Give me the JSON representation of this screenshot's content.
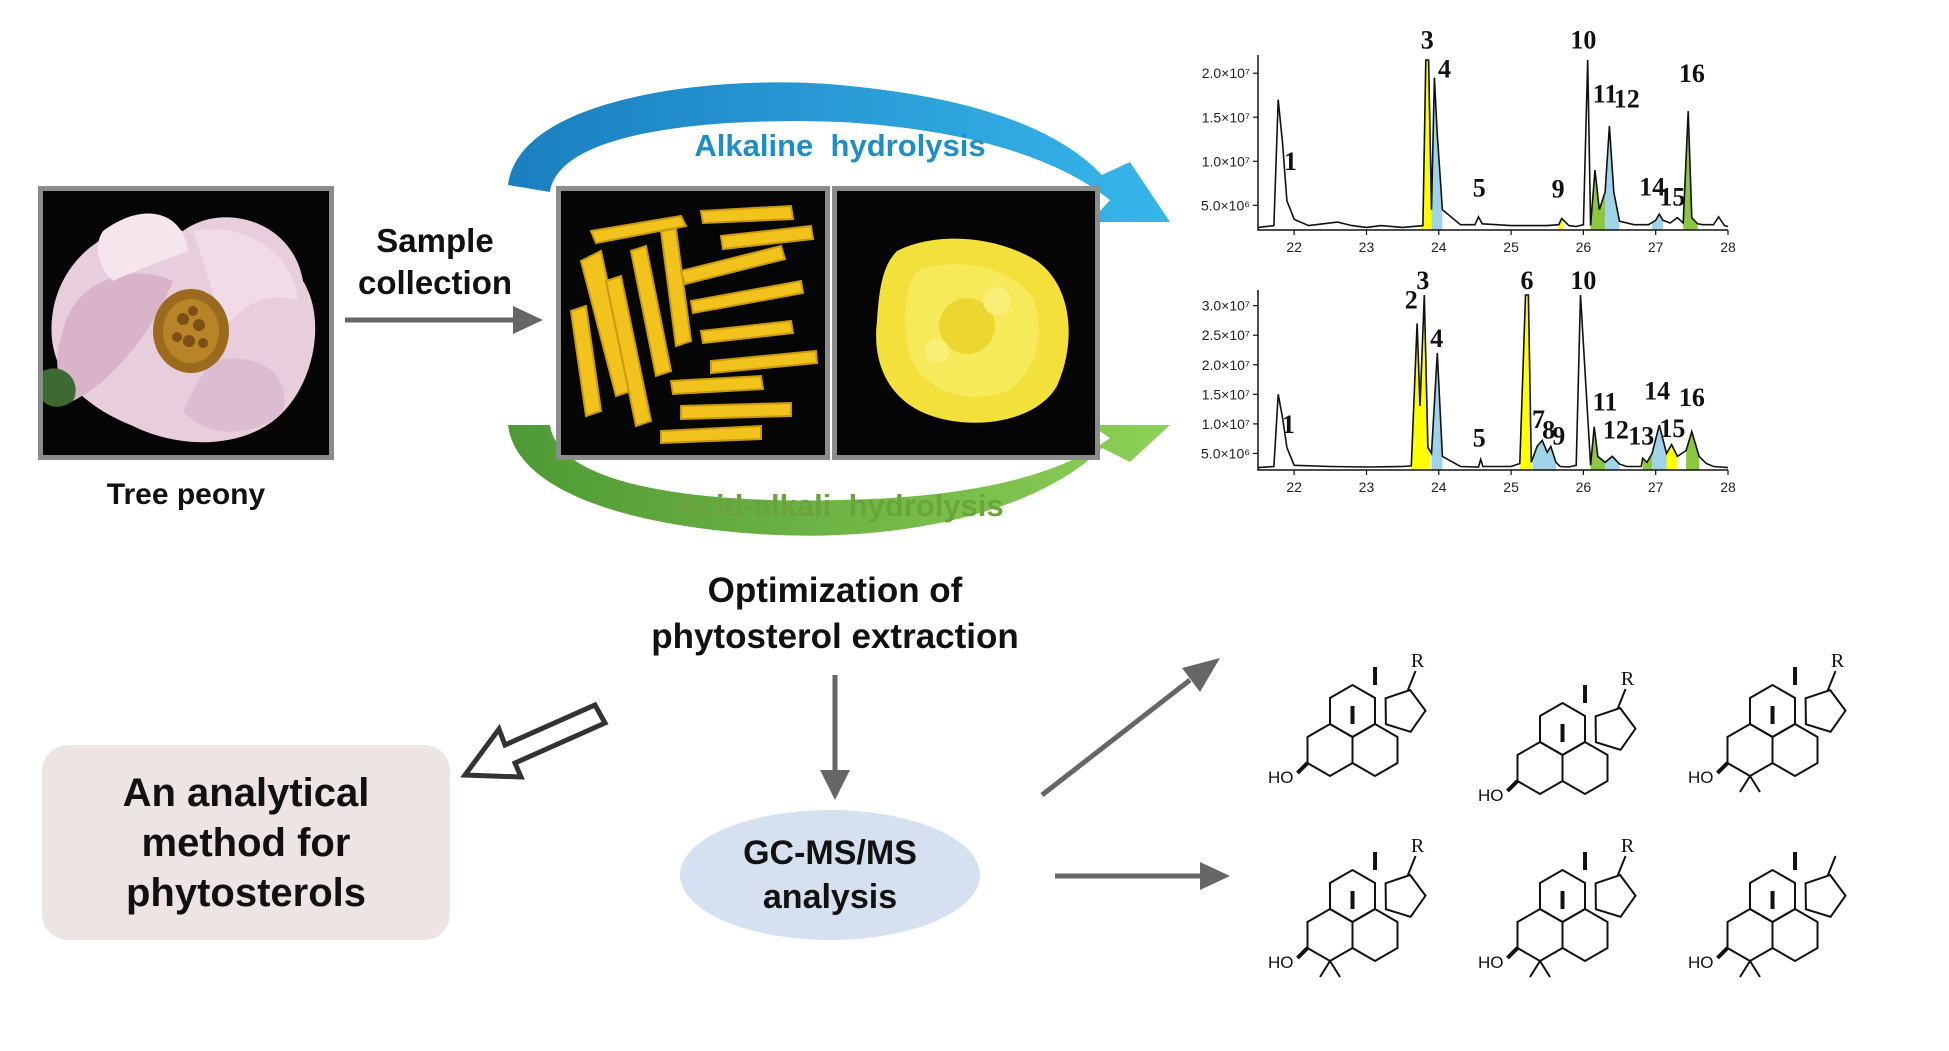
{
  "sample": {
    "label": "Tree peony",
    "step_label_line1": "Sample",
    "step_label_line2": "collection"
  },
  "hydrolysis": {
    "alkaline_label": "Alkaline  hydrolysis",
    "acid_alkali_label": "Acid-alkali  hydrolysis",
    "optimization_line1": "Optimization of",
    "optimization_line2": "phytosterol extraction"
  },
  "analysis": {
    "gc_line1": "GC-MS/MS",
    "gc_line2": "analysis"
  },
  "result": {
    "line1": "An analytical",
    "line2": "method for",
    "line3": "phytosterols"
  },
  "colors": {
    "alkaline_arrow": "#29a3dc",
    "acid_arrow": "#6aaa3c",
    "alkaline_text": "#1e8fc6",
    "acid_text": "#6aa43a",
    "peak_yellow": "#ffff00",
    "peak_blue": "#9fd3ea",
    "peak_green": "#8cc63f",
    "flow_arrow": "#666666",
    "result_box": "#ede4e4",
    "gc_ellipse": "#d5e0f0"
  },
  "chart_data": [
    {
      "type": "line",
      "title": "",
      "x_ticks": [
        "22",
        "23",
        "24",
        "25",
        "26",
        "27",
        "28"
      ],
      "y_ticks": [
        "5.0×10⁶",
        "1.0×10⁷",
        "1.5×10⁷",
        "2.0×10⁷"
      ],
      "xlim": [
        21.5,
        28
      ],
      "ylim": [
        2200000,
        21500000
      ],
      "x": [
        21.5,
        21.72,
        21.78,
        21.84,
        21.9,
        21.95,
        22.0,
        22.2,
        22.6,
        22.8,
        23.0,
        23.2,
        23.5,
        23.78,
        23.82,
        23.86,
        23.9,
        23.94,
        23.98,
        24.05,
        24.3,
        24.5,
        24.55,
        24.6,
        25.0,
        25.5,
        25.66,
        25.7,
        25.8,
        25.9,
        26.0,
        26.06,
        26.1,
        26.16,
        26.22,
        26.3,
        26.36,
        26.42,
        26.5,
        26.7,
        26.9,
        27.0,
        27.05,
        27.1,
        27.2,
        27.3,
        27.38,
        27.45,
        27.5,
        27.58,
        27.65,
        27.8,
        27.87,
        27.95,
        28.0
      ],
      "y": [
        2500000,
        2700000,
        17000000,
        12000000,
        5500000,
        4500000,
        3400000,
        2700000,
        3100000,
        2700000,
        2500000,
        2700000,
        2500000,
        2700000,
        21500000,
        21500000,
        4500000,
        19500000,
        13000000,
        4500000,
        2800000,
        2800000,
        3700000,
        2900000,
        2700000,
        2700000,
        2800000,
        3500000,
        2700000,
        2600000,
        2800000,
        21500000,
        2700000,
        9000000,
        4500000,
        6500000,
        14000000,
        6500000,
        3200000,
        2800000,
        2800000,
        3300000,
        4000000,
        3300000,
        3000000,
        3600000,
        3000000,
        15700000,
        3600000,
        2900000,
        2800000,
        2800000,
        3700000,
        2700000,
        2600000
      ],
      "peak_labels": [
        {
          "label": "1",
          "x": 21.95,
          "y": 9000000
        },
        {
          "label": "3",
          "x": 23.84,
          "y": 22800000
        },
        {
          "label": "4",
          "x": 24.08,
          "y": 19500000
        },
        {
          "label": "5",
          "x": 24.56,
          "y": 6000000
        },
        {
          "label": "9",
          "x": 25.65,
          "y": 5900000
        },
        {
          "label": "10",
          "x": 26.0,
          "y": 22800000
        },
        {
          "label": "11",
          "x": 26.3,
          "y": 16700000
        },
        {
          "label": "12",
          "x": 26.6,
          "y": 16100000
        },
        {
          "label": "14",
          "x": 26.95,
          "y": 6100000
        },
        {
          "label": "15",
          "x": 27.23,
          "y": 5000000
        },
        {
          "label": "16",
          "x": 27.5,
          "y": 19000000
        }
      ]
    },
    {
      "type": "line",
      "title": "",
      "x_ticks": [
        "22",
        "23",
        "24",
        "25",
        "26",
        "27",
        "28"
      ],
      "y_ticks": [
        "5.0×10⁶",
        "1.0×10⁷",
        "1.5×10⁷",
        "2.0×10⁷",
        "2.5×10⁷",
        "3.0×10⁷"
      ],
      "xlim": [
        21.5,
        28
      ],
      "ylim": [
        2200000,
        31800000
      ],
      "x": [
        21.5,
        21.72,
        21.78,
        21.84,
        21.9,
        21.95,
        22.0,
        22.5,
        23.0,
        23.5,
        23.62,
        23.7,
        23.74,
        23.8,
        23.85,
        23.9,
        23.98,
        24.05,
        24.3,
        24.55,
        24.58,
        24.61,
        25.0,
        25.12,
        25.2,
        25.24,
        25.28,
        25.36,
        25.43,
        25.5,
        25.55,
        25.62,
        25.68,
        25.8,
        25.9,
        25.96,
        26.1,
        26.15,
        26.2,
        26.3,
        26.4,
        26.5,
        26.6,
        26.8,
        26.82,
        26.88,
        26.95,
        27.05,
        27.15,
        27.22,
        27.3,
        27.42,
        27.5,
        27.6,
        27.7,
        27.8,
        27.9,
        28.0
      ],
      "y": [
        2600000,
        2800000,
        15000000,
        11000000,
        6000000,
        4500000,
        3000000,
        2800000,
        2700000,
        2800000,
        2900000,
        27000000,
        13000000,
        31800000,
        6000000,
        5000000,
        22000000,
        4500000,
        2800000,
        2700000,
        4000000,
        2800000,
        2800000,
        3300000,
        31800000,
        31800000,
        3500000,
        6200000,
        7200000,
        5200000,
        6200000,
        3500000,
        2800000,
        2700000,
        3000000,
        31800000,
        3000000,
        9500000,
        4500000,
        3500000,
        4500000,
        3200000,
        2800000,
        2800000,
        4200000,
        3500000,
        5000000,
        9800000,
        5000000,
        6500000,
        4500000,
        5500000,
        8700000,
        4500000,
        3300000,
        2800000,
        2700000,
        2600000
      ],
      "peak_labels": [
        {
          "label": "1",
          "x": 21.92,
          "y": 8500000
        },
        {
          "label": "2",
          "x": 23.62,
          "y": 29500000
        },
        {
          "label": "3",
          "x": 23.78,
          "y": 32800000
        },
        {
          "label": "4",
          "x": 23.97,
          "y": 23000000
        },
        {
          "label": "5",
          "x": 24.56,
          "y": 6200000
        },
        {
          "label": "6",
          "x": 25.22,
          "y": 32800000
        },
        {
          "label": "7",
          "x": 25.38,
          "y": 9300000
        },
        {
          "label": "8",
          "x": 25.52,
          "y": 7500000
        },
        {
          "label": "9",
          "x": 25.66,
          "y": 6500000
        },
        {
          "label": "10",
          "x": 26.0,
          "y": 32800000
        },
        {
          "label": "11",
          "x": 26.3,
          "y": 12300000
        },
        {
          "label": "12",
          "x": 26.45,
          "y": 7500000
        },
        {
          "label": "13",
          "x": 26.8,
          "y": 6500000
        },
        {
          "label": "14",
          "x": 27.02,
          "y": 14100000
        },
        {
          "label": "15",
          "x": 27.23,
          "y": 7800000
        },
        {
          "label": "16",
          "x": 27.5,
          "y": 13000000
        }
      ]
    }
  ],
  "structures": {
    "substituent": "R",
    "hydroxyl": "HO"
  }
}
